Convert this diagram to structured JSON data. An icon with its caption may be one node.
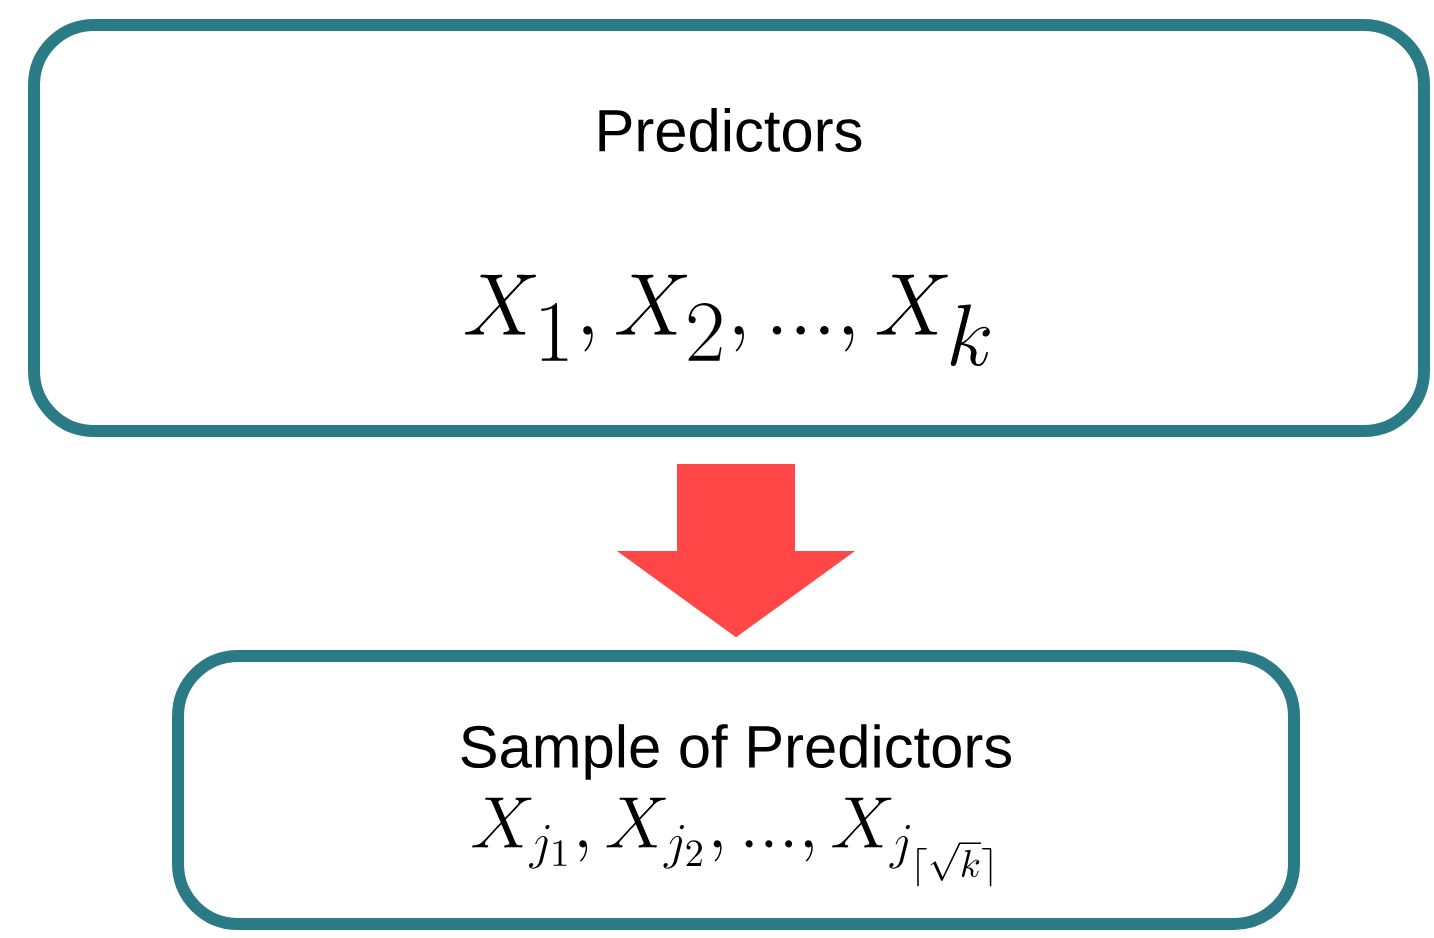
{
  "diagram": {
    "nodes": [
      {
        "text": [
          "Predictors",
          "X_1, X_2, ..., X_k"
        ]
      },
      {
        "text": [
          "Sample of Predictors",
          "X_{j_1}, X_{j_2}, ..., X_{j_{\\lceil \\sqrt{k} \\rceil}}"
        ]
      }
    ],
    "edges": [
      {
        "from": 0,
        "to": 1,
        "arrow": "to",
        "style": "thick",
        "color": "#ff4747"
      }
    ]
  }
}
